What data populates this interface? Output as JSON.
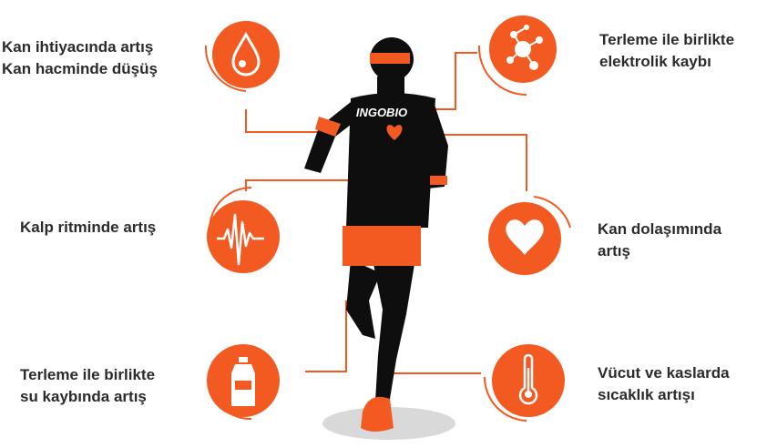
{
  "colors": {
    "accent": "#f25a22",
    "ring": "#f25a22",
    "body": "#0e0e0e",
    "shadow": "#d9d9d9",
    "text": "#2b2b2b"
  },
  "brand": {
    "logo_text": "INGOBIO"
  },
  "effects": {
    "blood": {
      "icon": "blood-drop-icon",
      "lines": [
        "Kan ihtiyacında artış",
        "Kan hacminde düşüş"
      ]
    },
    "electrolyte": {
      "icon": "molecule-icon",
      "lines": [
        "Terleme ile birlikte",
        "elektrolik kaybı"
      ]
    },
    "heart_rate": {
      "icon": "heartbeat-icon",
      "lines": [
        "Kalp ritminde artış"
      ]
    },
    "circulation": {
      "icon": "heart-icon",
      "lines": [
        "Kan dolaşımında",
        "artış"
      ]
    },
    "water_loss": {
      "icon": "water-bottle-icon",
      "lines": [
        "Terleme ile birlikte",
        "su kaybında artış"
      ]
    },
    "temperature": {
      "icon": "thermometer-icon",
      "lines": [
        "Vücut ve kaslarda",
        "sıcaklık artışı"
      ]
    }
  }
}
